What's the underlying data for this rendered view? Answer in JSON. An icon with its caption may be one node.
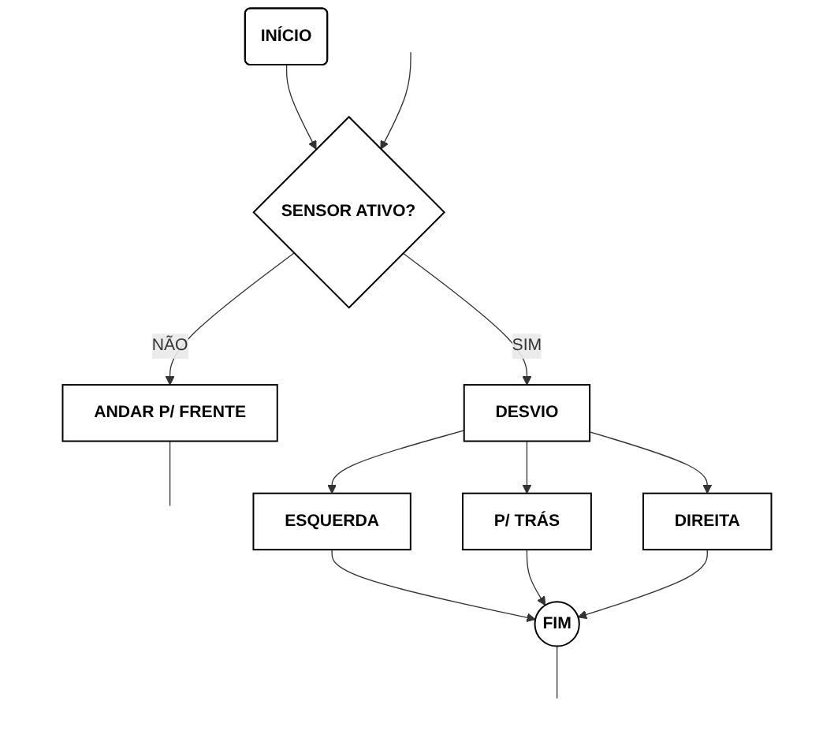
{
  "diagram": {
    "nodes": [
      {
        "text": [
          "INÍCIO"
        ]
      },
      {
        "text": [
          "SENSOR ATIVO?"
        ]
      },
      {
        "text": [
          "ANDAR P/ FRENTE"
        ]
      },
      {
        "text": [
          "DESVIO"
        ]
      },
      {
        "text": [
          "ESQUERDA"
        ]
      },
      {
        "text": [
          "P/ TRÁS"
        ]
      },
      {
        "text": [
          "DIREITA"
        ]
      },
      {
        "text": [
          "FIM"
        ]
      }
    ],
    "edges": [
      {
        "from": 0,
        "to": 1,
        "arrow": "to"
      },
      {
        "from": null,
        "to": 1,
        "arrow": "to"
      },
      {
        "from": 1,
        "to": 2,
        "arrow": "to",
        "label": "NÃO"
      },
      {
        "from": 1,
        "to": 3,
        "arrow": "to",
        "label": "SIM"
      },
      {
        "from": 3,
        "to": 4,
        "arrow": "to"
      },
      {
        "from": 3,
        "to": 5,
        "arrow": "to"
      },
      {
        "from": 3,
        "to": 6,
        "arrow": "to"
      },
      {
        "from": 4,
        "to": 7,
        "arrow": "to"
      },
      {
        "from": 5,
        "to": 7,
        "arrow": "to"
      },
      {
        "from": 6,
        "to": 7,
        "arrow": "to"
      },
      {
        "from": 2,
        "to": null,
        "arrow": "none"
      },
      {
        "from": 7,
        "to": null,
        "arrow": "none"
      }
    ]
  }
}
